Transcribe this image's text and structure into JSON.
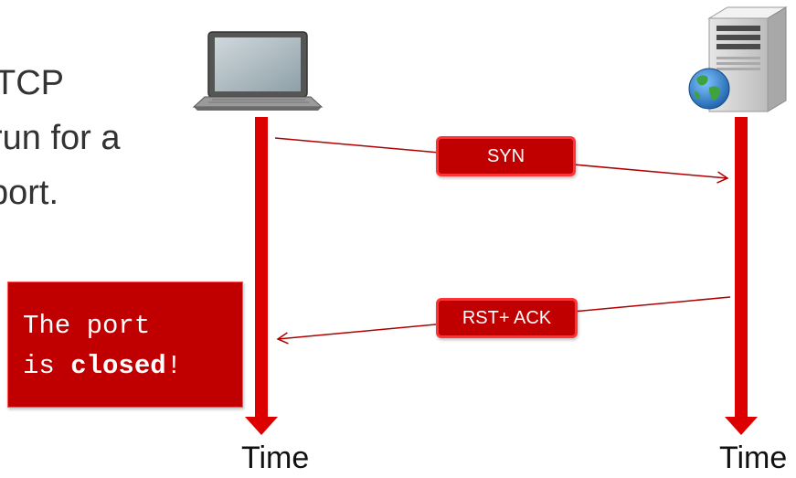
{
  "slide_text": {
    "line1": "TCP",
    "line2": "run for a",
    "line3": "port."
  },
  "hosts": {
    "client_icon": "laptop-icon",
    "server_icon": "server-with-globe-icon"
  },
  "messages": {
    "syn_label": "SYN",
    "rst_ack_label": "RST+ ACK"
  },
  "callout": {
    "line1": "The port",
    "line2_prefix": "is ",
    "line2_bold": "closed",
    "line2_suffix": "!"
  },
  "timelines": {
    "client_label": "Time",
    "server_label": "Time"
  },
  "colors": {
    "timeline_red": "#dd0000",
    "arrow_red": "#b00000",
    "label_fill": "#c00000",
    "label_border": "#ff3333"
  }
}
